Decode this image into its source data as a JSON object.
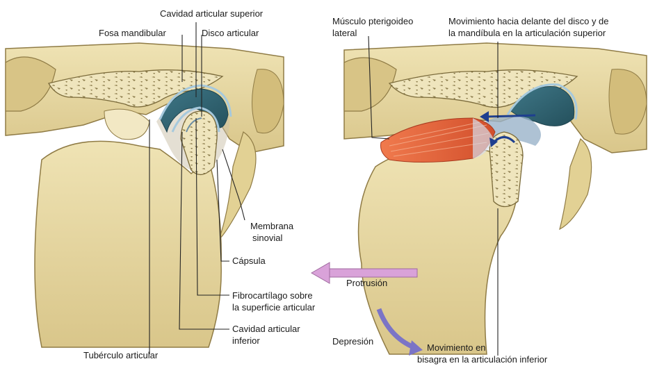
{
  "left_panel": {
    "labels": {
      "cavidad_superior": "Cavidad articular superior",
      "fosa": "Fosa mandibular",
      "disco": "Disco articular",
      "membrana_1": "Membrana",
      "membrana_2": "sinovial",
      "capsula": "Cápsula",
      "fibro_1": "Fibrocartílago sobre",
      "fibro_2": "la superficie articular",
      "cavidad_inferior_1": "Cavidad articular",
      "cavidad_inferior_2": "inferior",
      "tuberculo": "Tubérculo articular"
    }
  },
  "right_panel": {
    "labels": {
      "musculo_1": "Músculo pterigoideo",
      "musculo_2": "lateral",
      "mov_delante_1": "Movimiento hacia delante del disco y de",
      "mov_delante_2": "la mandíbula en la articulación superior",
      "protrusion": "Protrusión",
      "depresion": "Depresión",
      "mov_bisagra_1": "Movimiento en",
      "mov_bisagra_2": "bisagra en la articulación inferior"
    }
  },
  "colors": {
    "bone": "#e8d9a3",
    "bone_dark": "#b9a46a",
    "disc": "#2f5f6e",
    "synovial": "#9bbfd6",
    "muscle": "#e0613a",
    "arrow_pink": "#d9a2d9",
    "arrow_blue": "#1e3f8f",
    "arrow_violet": "#7b74c6"
  }
}
